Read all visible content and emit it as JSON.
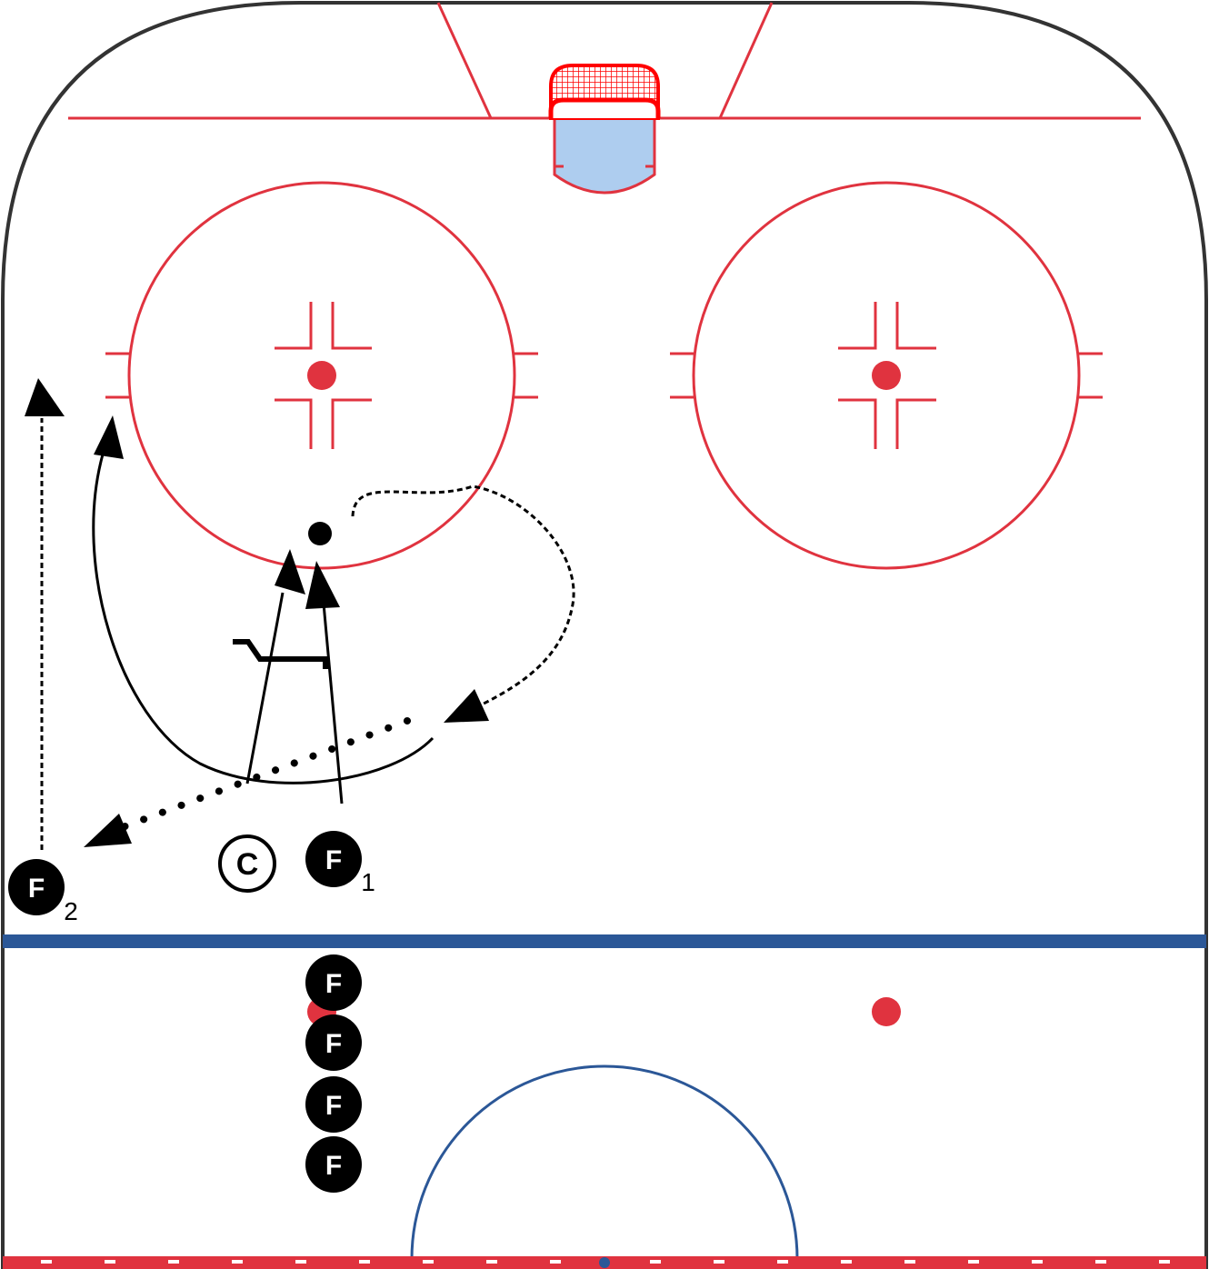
{
  "colors": {
    "boards": "#333333",
    "red_line": "#e0333f",
    "blue_line": "#2b5797",
    "crease": "#aecdef",
    "net": "#ff0000",
    "player": "#000000"
  },
  "players": {
    "f1": {
      "letter": "F",
      "sub": "1"
    },
    "f2": {
      "letter": "F",
      "sub": "2"
    },
    "waiting": [
      {
        "letter": "F"
      },
      {
        "letter": "F"
      },
      {
        "letter": "F"
      },
      {
        "letter": "F"
      }
    ]
  },
  "coach": {
    "letter": "C"
  }
}
